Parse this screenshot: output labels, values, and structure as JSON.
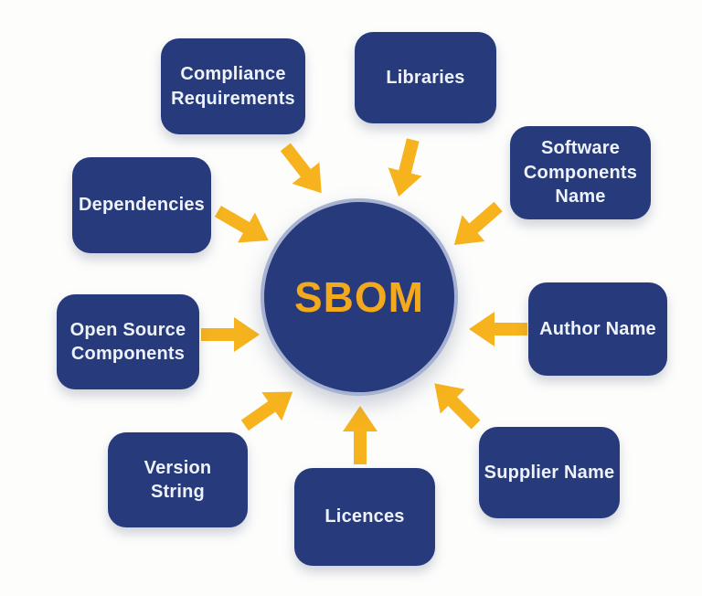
{
  "diagram": {
    "center": {
      "label": "SBOM"
    },
    "nodes": [
      {
        "id": "compliance-requirements",
        "label": "Compliance\nRequirements"
      },
      {
        "id": "libraries",
        "label": "Libraries"
      },
      {
        "id": "software-components-name",
        "label": "Software\nComponents\nName"
      },
      {
        "id": "dependencies",
        "label": "Dependencies"
      },
      {
        "id": "open-source-components",
        "label": "Open Source\nComponents"
      },
      {
        "id": "author-name",
        "label": "Author Name"
      },
      {
        "id": "version-string",
        "label": "Version\nString"
      },
      {
        "id": "licences",
        "label": "Licences"
      },
      {
        "id": "supplier-name",
        "label": "Supplier Name"
      }
    ]
  },
  "colors": {
    "background": "#fdfdfc",
    "node_fill": "#263a7c",
    "node_text": "#eef2fa",
    "circle_fill": "#263a7c",
    "circle_border": "#a7b2d2",
    "center_text": "#f2a91d",
    "arrow": "#f6b31d"
  }
}
